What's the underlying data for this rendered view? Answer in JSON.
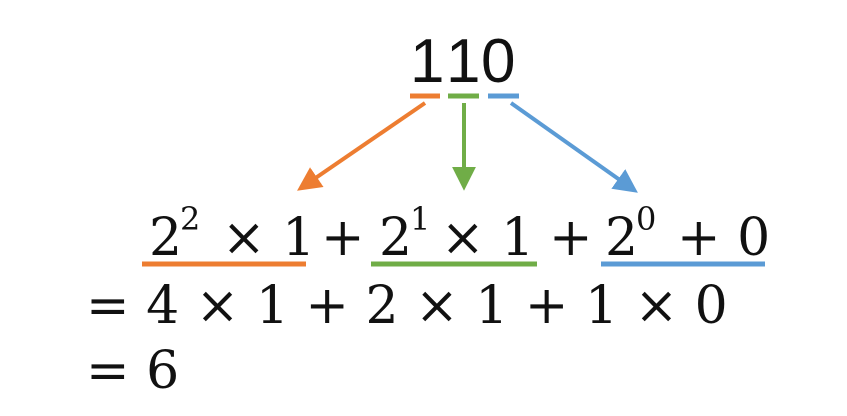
{
  "binary": {
    "digit_1": "1",
    "digit_2": "1",
    "digit_3": "0"
  },
  "colors": {
    "orange": "#ED7D31",
    "green": "#70AD47",
    "blue": "#5B9BD5",
    "text": "#111111"
  },
  "expansion": {
    "term_1_base": "2",
    "term_1_exp": "2",
    "term_1_rest": "× 1",
    "plus_1": "+",
    "term_2_base": "2",
    "term_2_exp": "1",
    "term_2_rest": "× 1",
    "plus_2": "+",
    "term_3_base": "2",
    "term_3_exp": "0",
    "term_3_rest": "+ 0"
  },
  "steps": {
    "line_2": "= 4 × 1 + 2 × 1 + 1 × 0",
    "line_3": "= 6"
  }
}
